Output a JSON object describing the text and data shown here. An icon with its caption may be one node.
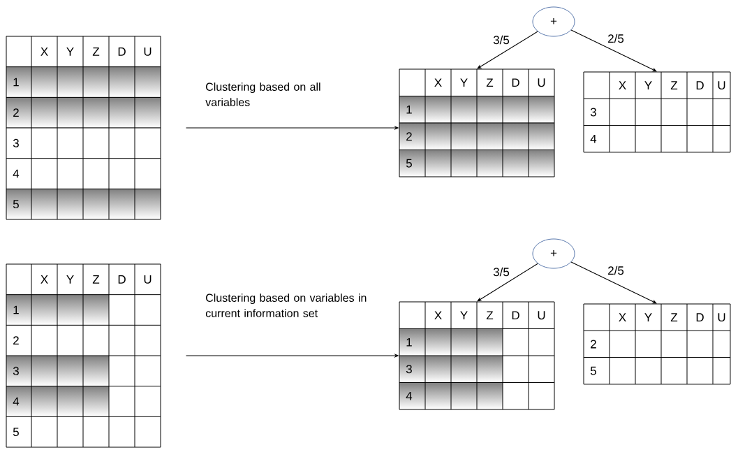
{
  "diagram": {
    "nodes": [
      {
        "text": [
          "X",
          "Y",
          "Z",
          "D",
          "U",
          "1",
          "2",
          "3",
          "4",
          "5"
        ]
      },
      {
        "text": [
          "+"
        ]
      },
      {
        "text": [
          "X",
          "Y",
          "Z",
          "D",
          "U",
          "1",
          "2",
          "5"
        ]
      },
      {
        "text": [
          "X",
          "Y",
          "Z",
          "D",
          "U",
          "3",
          "4"
        ]
      },
      {
        "text": [
          "X",
          "Y",
          "Z",
          "D",
          "U",
          "1",
          "2",
          "3",
          "4",
          "5"
        ]
      },
      {
        "text": [
          "+"
        ]
      },
      {
        "text": [
          "X",
          "Y",
          "Z",
          "D",
          "U",
          "1",
          "3",
          "4"
        ]
      },
      {
        "text": [
          "X",
          "Y",
          "Z",
          "D",
          "U",
          "2",
          "5"
        ]
      }
    ],
    "edges": [
      {
        "from": 0,
        "to": 2,
        "arrow": "to",
        "label": "Clustering based on all variables"
      },
      {
        "from": 1,
        "to": 2,
        "arrow": "to",
        "label": "3/5"
      },
      {
        "from": 1,
        "to": 3,
        "arrow": "to",
        "label": "2/5"
      },
      {
        "from": 4,
        "to": 6,
        "arrow": "to",
        "label": "Clustering based on variables in current information set"
      },
      {
        "from": 5,
        "to": 6,
        "arrow": "to",
        "label": "3/5"
      },
      {
        "from": 5,
        "to": 7,
        "arrow": "to",
        "label": "2/5"
      }
    ]
  }
}
